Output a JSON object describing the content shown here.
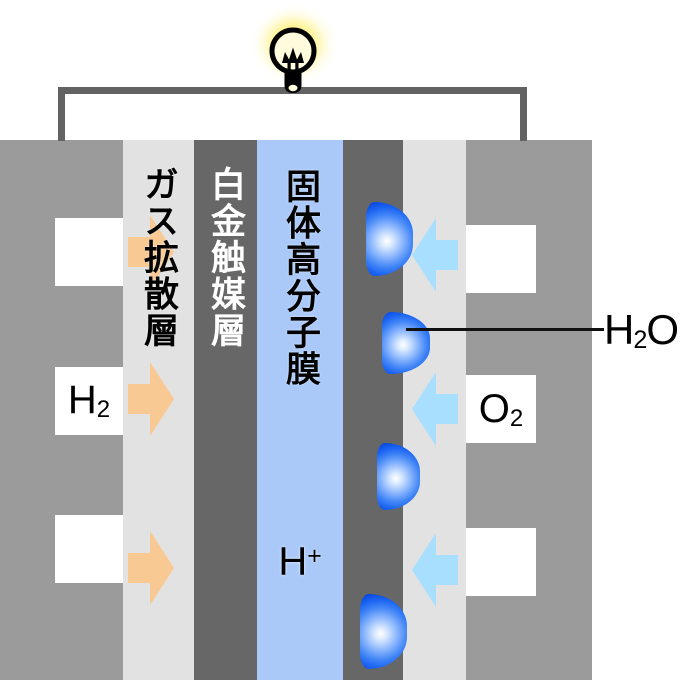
{
  "figure": {
    "type": "fuel-cell-cross-section-diagram",
    "bulb_icon": "light-bulb-icon"
  },
  "colors": {
    "separator": "#9b9b9b",
    "gas_diffusion_layer": "#e2e2e2",
    "catalyst_layer": "#676767",
    "membrane": "#aac9f9",
    "h2_arrow": "#f9c993",
    "o2_arrow": "#a8defe",
    "wire": "#636363",
    "droplet_edge": "#0d41cd",
    "bulb_glow": "#ffee50"
  },
  "cell": {
    "layers": [
      {
        "name": "separator-left",
        "label": ""
      },
      {
        "name": "gas-diffusion-layer",
        "label": "ガス拡散層"
      },
      {
        "name": "platinum-catalyst-layer",
        "label": "白金触媒層"
      },
      {
        "name": "solid-polymer-membrane",
        "label": "固体高分子膜"
      },
      {
        "name": "catalyst-layer-right",
        "label": ""
      },
      {
        "name": "gas-diffusion-layer-right",
        "label": ""
      },
      {
        "name": "separator-right",
        "label": ""
      }
    ]
  },
  "annotations": {
    "hydrogen": {
      "symbol": "H",
      "subscript": "2"
    },
    "oxygen": {
      "symbol": "O",
      "subscript": "2"
    },
    "proton": {
      "symbol": "H",
      "superscript": "+"
    },
    "water": {
      "part1": "H",
      "subscript": "2",
      "part2": "O"
    }
  },
  "flows": {
    "hydrogen_arrows": {
      "direction": "right",
      "count": 3
    },
    "oxygen_arrows": {
      "direction": "left",
      "count": 3
    },
    "water_droplets": {
      "count": 4
    }
  }
}
